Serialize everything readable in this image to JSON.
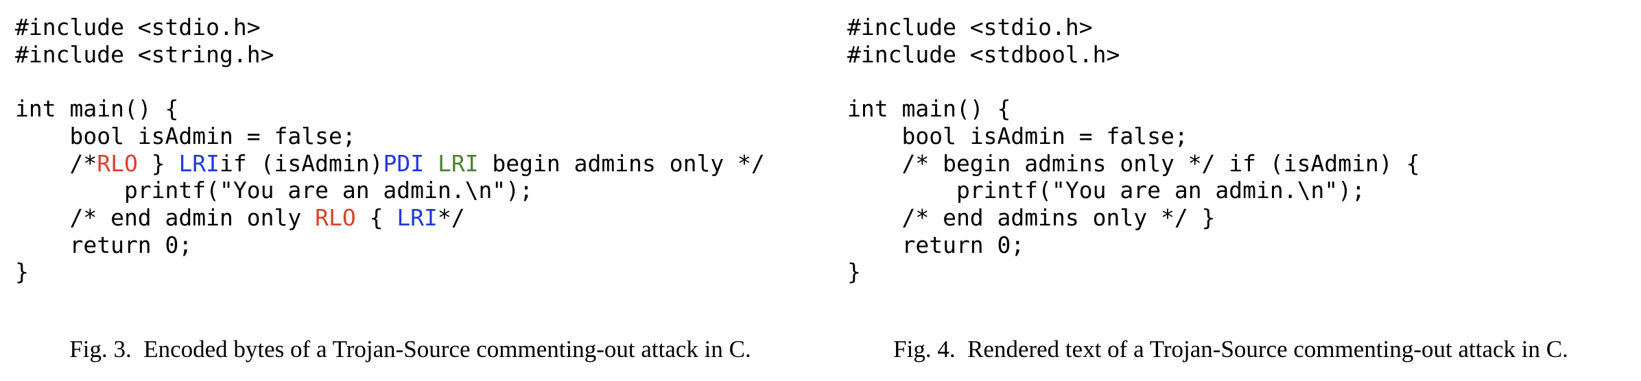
{
  "colors": {
    "background": "#ffffff",
    "text": "#000000",
    "red": "#d9422f",
    "blue": "#2138e0",
    "green": "#4e8233"
  },
  "panels": [
    {
      "caption": "Fig. 3.  Encoded bytes of a Trojan-Source commenting-out attack in C.",
      "lines": [
        [
          {
            "t": "#include <stdio.h>"
          }
        ],
        [
          {
            "t": "#include <string.h>"
          }
        ],
        [
          {
            "t": " "
          }
        ],
        [
          {
            "t": "int main() {"
          }
        ],
        [
          {
            "t": "    bool isAdmin = false;"
          }
        ],
        [
          {
            "t": "    /*"
          },
          {
            "t": "RLO",
            "c": "red"
          },
          {
            "t": " } "
          },
          {
            "t": "LRI",
            "c": "blue"
          },
          {
            "t": "if (isAdmin)"
          },
          {
            "t": "PDI",
            "c": "blue"
          },
          {
            "t": " "
          },
          {
            "t": "LRI",
            "c": "green"
          },
          {
            "t": " begin admins only */"
          }
        ],
        [
          {
            "t": "        printf(\"You are an admin.\\n\");"
          }
        ],
        [
          {
            "t": "    /* end admin only "
          },
          {
            "t": "RLO",
            "c": "red"
          },
          {
            "t": " { "
          },
          {
            "t": "LRI",
            "c": "blue"
          },
          {
            "t": "*/"
          }
        ],
        [
          {
            "t": "    return 0;"
          }
        ],
        [
          {
            "t": "}"
          }
        ]
      ]
    },
    {
      "caption": "Fig. 4.  Rendered text of a Trojan-Source commenting-out attack in C.",
      "lines": [
        [
          {
            "t": "#include <stdio.h>"
          }
        ],
        [
          {
            "t": "#include <stdbool.h>"
          }
        ],
        [
          {
            "t": " "
          }
        ],
        [
          {
            "t": "int main() {"
          }
        ],
        [
          {
            "t": "    bool isAdmin = false;"
          }
        ],
        [
          {
            "t": "    /* begin admins only */ if (isAdmin) {"
          }
        ],
        [
          {
            "t": "        printf(\"You are an admin.\\n\");"
          }
        ],
        [
          {
            "t": "    /* end admins only */ }"
          }
        ],
        [
          {
            "t": "    return 0;"
          }
        ],
        [
          {
            "t": "}"
          }
        ]
      ]
    }
  ]
}
